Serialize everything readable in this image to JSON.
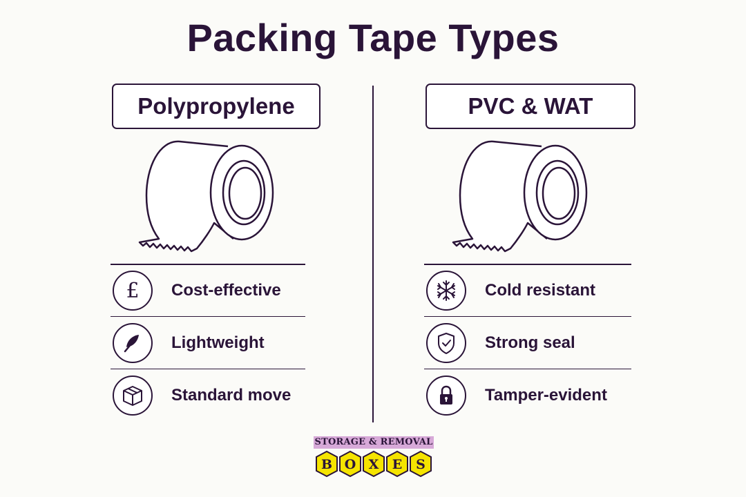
{
  "title": "Packing Tape Types",
  "colors": {
    "ink": "#2a1438",
    "logo_band": "#d7a9d8",
    "logo_hex": "#f5e400"
  },
  "left": {
    "heading": "Polypropylene",
    "features": [
      {
        "icon": "pound-icon",
        "label": "Cost-effective"
      },
      {
        "icon": "feather-icon",
        "label": "Lightweight"
      },
      {
        "icon": "box-icon",
        "label": "Standard move"
      }
    ]
  },
  "right": {
    "heading": "PVC & WAT",
    "features": [
      {
        "icon": "snowflake-icon",
        "label": "Cold resistant"
      },
      {
        "icon": "shield-check-icon",
        "label": "Strong seal"
      },
      {
        "icon": "padlock-icon",
        "label": "Tamper-evident"
      }
    ]
  },
  "logo": {
    "top_text": "STORAGE & REMOVAL",
    "letters": [
      "B",
      "O",
      "X",
      "E",
      "S"
    ]
  }
}
